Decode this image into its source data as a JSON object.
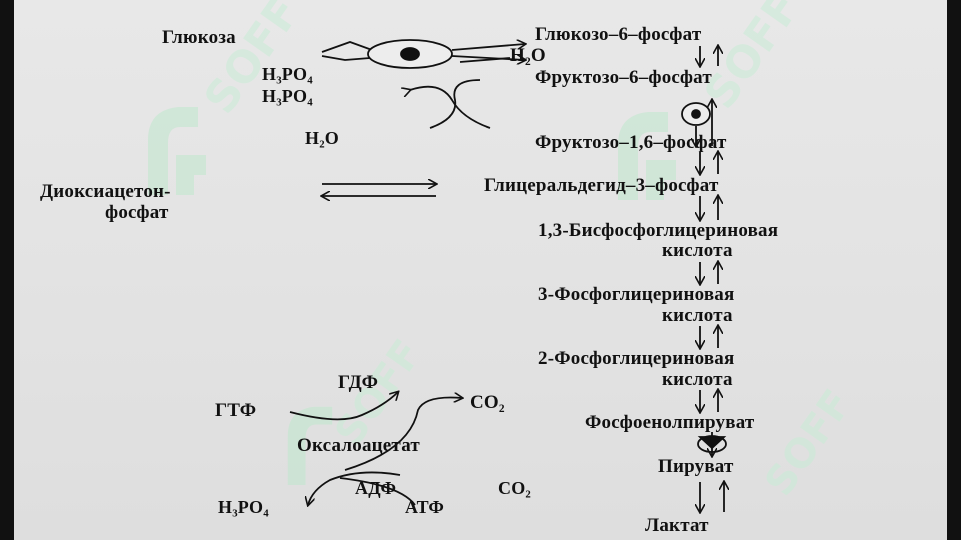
{
  "watermark": {
    "text": "SOFF",
    "color": "#bfe8cd"
  },
  "pathway": {
    "glucose": "Глюкоза",
    "g6p": "Глюкозо–6–фосфат",
    "h2o_top": "H₂O",
    "f6p": "Фруктозо–6–фосфат",
    "h3po4_a": "H₃PO₄",
    "h3po4_b": "H₃PO₄",
    "h2o_mid": "H₂O",
    "f16bp": "Фруктозо–1,6–фосфат",
    "dhap_line1": "Диоксиацетон-",
    "dhap_line2": "фосфат",
    "gap": "Глицеральдегид–3–фосфат",
    "bpg_line1": "1,3-Бисфосфоглицериновая",
    "bpg_line2": "кислота",
    "pg3_line1": "3-Фосфоглицериновая",
    "pg3_line2": "кислота",
    "pg2_line1": "2-Фосфоглицериновая",
    "pg2_line2": "кислота",
    "pep": "Фосфоенолпируват",
    "pyruvate": "Пируват",
    "lactate": "Лактат",
    "gdp": "ГДФ",
    "gtp": "ГТФ",
    "co2_a": "CO₂",
    "oxaloacetate": "Оксалоацетат",
    "adp": "АДФ",
    "atp": "АТФ",
    "co2_b": "CO₂",
    "h3po4_c": "H₃PO₄"
  }
}
